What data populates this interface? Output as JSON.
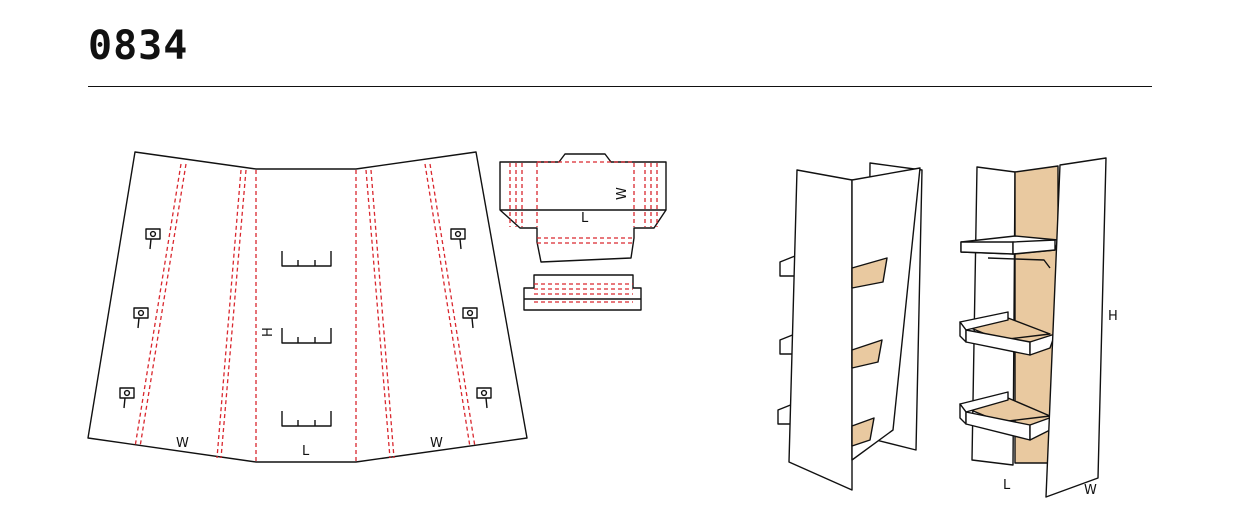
{
  "page": {
    "title": "0834"
  },
  "dieline": {
    "label_w_left": "W",
    "label_l": "L",
    "label_w_right": "W",
    "label_h": "H"
  },
  "shelf_blank": {
    "label_w": "W",
    "label_l": "L"
  },
  "assembled": {
    "label_h": "H",
    "label_l": "L",
    "label_w": "W"
  },
  "colors": {
    "fold_line": "#d9272e",
    "cut_line": "#111111",
    "kraft": "#e9c9a0"
  }
}
